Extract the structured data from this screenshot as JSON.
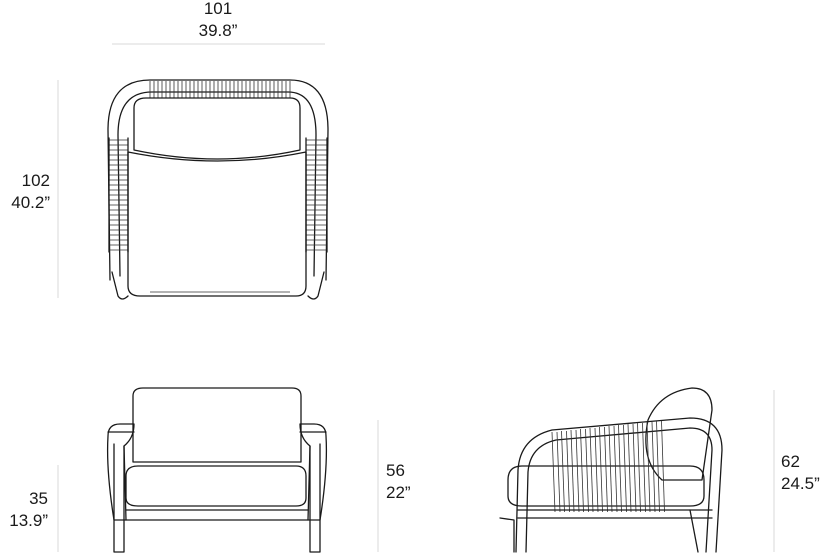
{
  "dimensions": {
    "top_width": {
      "metric": "101",
      "imperial": "39.8”"
    },
    "top_depth": {
      "metric": "102",
      "imperial": "40.2”"
    },
    "seat_height": {
      "metric": "35",
      "imperial": "13.9”"
    },
    "front_height": {
      "metric": "56",
      "imperial": "22”"
    },
    "side_height": {
      "metric": "62",
      "imperial": "24.5”"
    }
  }
}
